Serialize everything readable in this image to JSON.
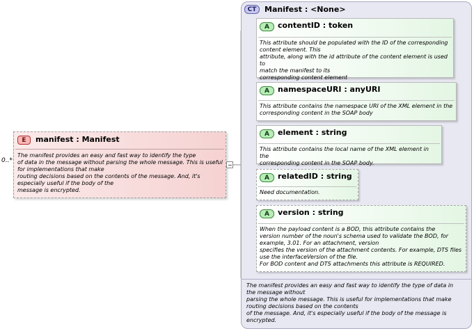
{
  "element": {
    "badge": "E",
    "title": "manifest : Manifest",
    "multiplicity": "0..*",
    "doc": [
      "The manifest provides an easy and fast way to identify the type",
      "of data in the message without parsing the whole message. This is useful",
      "for implementations that make",
      "routing decisions based on the contents of the message. And, it's",
      "especially useful if the body of the",
      "message is encrypted."
    ]
  },
  "complex_type": {
    "badge": "CT",
    "title": "Manifest : <None>",
    "doc": [
      "The manifest provides an easy and fast way to identify the type of data in",
      "the message without",
      "parsing the whole message. This is useful for implementations that make",
      "routing decisions based on the contents",
      "of the message. And, it's especially useful if the body of the message is",
      "encrypted."
    ]
  },
  "attributes": [
    {
      "badge": "A",
      "title": "contentID : token",
      "doc": [
        "This attribute should be populated with the ID of the corresponding",
        "content element. This",
        "attribute, along with the id attribute of the content element is used to",
        "match the manifest to its",
        "corresponding content element"
      ]
    },
    {
      "badge": "A",
      "title": "namespaceURI : anyURI",
      "doc": [
        "This attribute contains the namespace URI of the XML element in the",
        "corresponding content in the SOAP body"
      ]
    },
    {
      "badge": "A",
      "title": "element  : string",
      "doc": [
        "This attribute contains the local name of the XML element in the",
        "corresponding content in the SOAP body."
      ]
    },
    {
      "badge": "A",
      "title": "relatedID : string",
      "doc": [
        "Need documentation."
      ]
    },
    {
      "badge": "A",
      "title": "version   : string",
      "doc": [
        "When the payload content is a BOD, this attribute contains the",
        "version number of the noun's schema used to validate the BOD, for",
        "example, 3.01. For an attachment, version",
        "specifies the version of the attachment contents. For example, DTS files",
        "use the interfaceVersion of the file.",
        "For BOD content and DTS attachments this attribute is REQUIRED."
      ]
    }
  ]
}
